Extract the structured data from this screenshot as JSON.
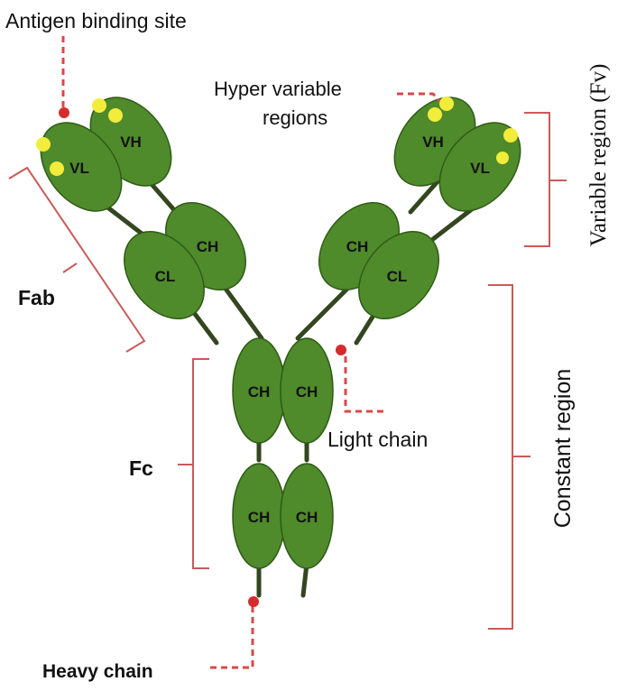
{
  "labels": {
    "antigen_binding_site": "Antigen binding site",
    "hyper_variable_line1": "Hyper variable",
    "hyper_variable_line2": "regions",
    "variable_region": "Variable region (Fv)",
    "fab": "Fab",
    "fc": "Fc",
    "light_chain": "Light chain",
    "constant_region": "Constant region",
    "heavy_chain": "Heavy chain"
  },
  "domains": {
    "vh": "VH",
    "vl": "VL",
    "ch": "CH",
    "cl": "CL"
  },
  "colors": {
    "domain_fill": "#4f8a2b",
    "domain_stroke": "#2f5a17",
    "hinge": "#33461f",
    "hypervariable": "#f2ec3a",
    "marker": "#d62b2b",
    "leader": "#d94848",
    "bracket": "#c85a5a"
  }
}
